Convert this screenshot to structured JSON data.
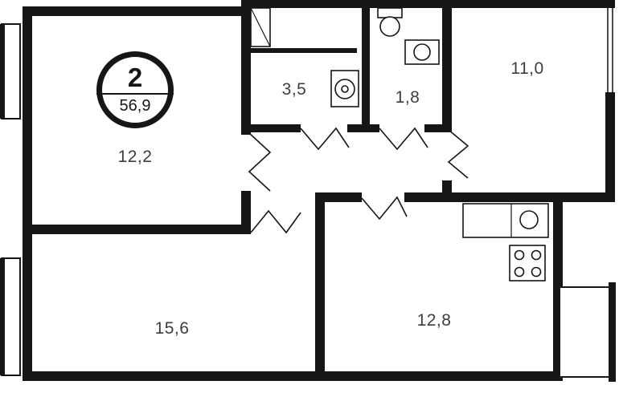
{
  "plan": {
    "stamp": {
      "rooms_count": "2",
      "total_area": "56,9"
    },
    "rooms": [
      {
        "area": "12,2"
      },
      {
        "area": "3,5"
      },
      {
        "area": "1,8"
      },
      {
        "area": "11,0"
      },
      {
        "area": "15,6"
      },
      {
        "area": "12,8"
      }
    ],
    "fixtures": [
      "vent-shaft-icon",
      "washing-machine-icon",
      "toilet-icon",
      "washbasin-icon",
      "kitchen-counter-icon",
      "kitchen-sink-icon",
      "stove-icon"
    ],
    "features": [
      "window",
      "door-opening-zigzag",
      "balcony"
    ]
  },
  "colors": {
    "wall": "#161616",
    "label": "#3d3d3d",
    "background": "#ffffff"
  }
}
